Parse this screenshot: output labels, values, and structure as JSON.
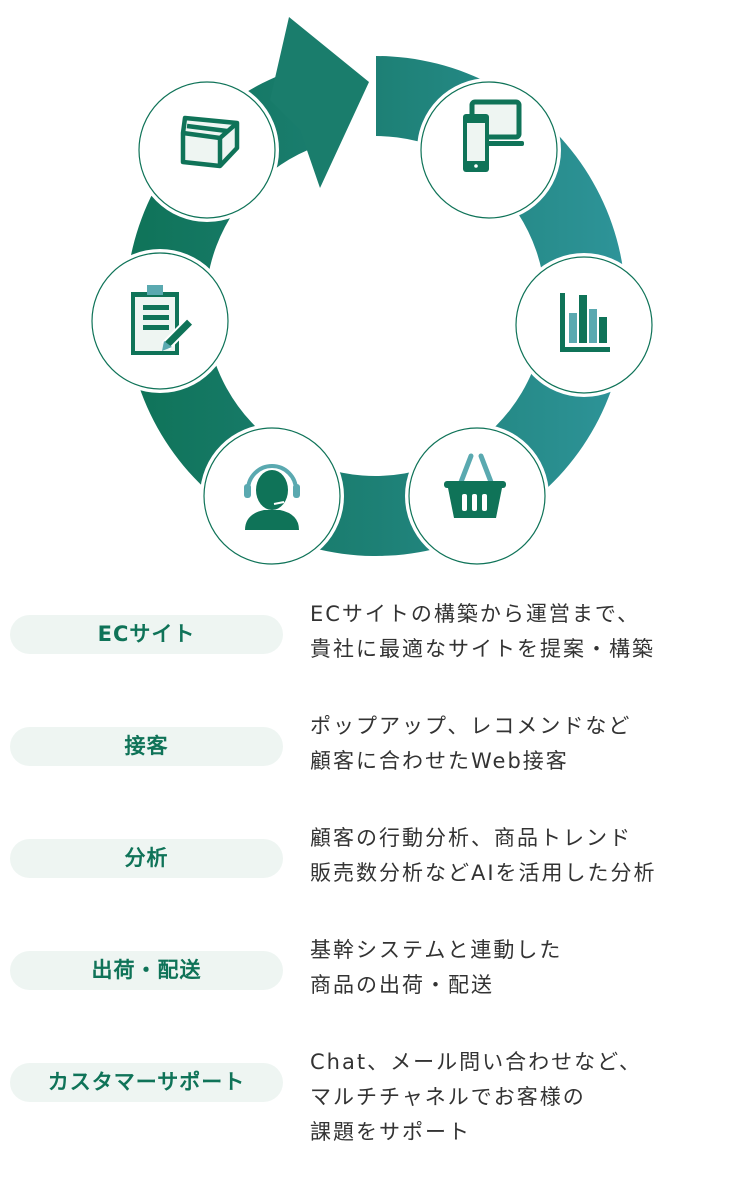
{
  "colors": {
    "dark_green": "#0f7358",
    "teal": "#2e9499",
    "pill_bg": "#eef5f2",
    "text": "#333333"
  },
  "cycle": {
    "icons": [
      "devices-icon",
      "bar-chart-icon",
      "shopping-basket-icon",
      "customer-support-icon",
      "clipboard-edit-icon",
      "package-box-icon"
    ]
  },
  "items": [
    {
      "label": "ECサイト",
      "lines": [
        "ECサイトの構築から運営まで、",
        "貴社に最適なサイトを提案・構築"
      ]
    },
    {
      "label": "接客",
      "lines": [
        "ポップアップ、レコメンドなど",
        "顧客に合わせたWeb接客"
      ]
    },
    {
      "label": "分析",
      "lines": [
        "顧客の行動分析、商品トレンド",
        "販売数分析などAIを活用した分析"
      ]
    },
    {
      "label": "出荷・配送",
      "lines": [
        "基幹システムと連動した",
        "商品の出荷・配送"
      ]
    },
    {
      "label": "カスタマーサポート",
      "lines": [
        "Chat、メール問い合わせなど、",
        "マルチチャネルでお客様の",
        "課題をサポート"
      ]
    }
  ]
}
